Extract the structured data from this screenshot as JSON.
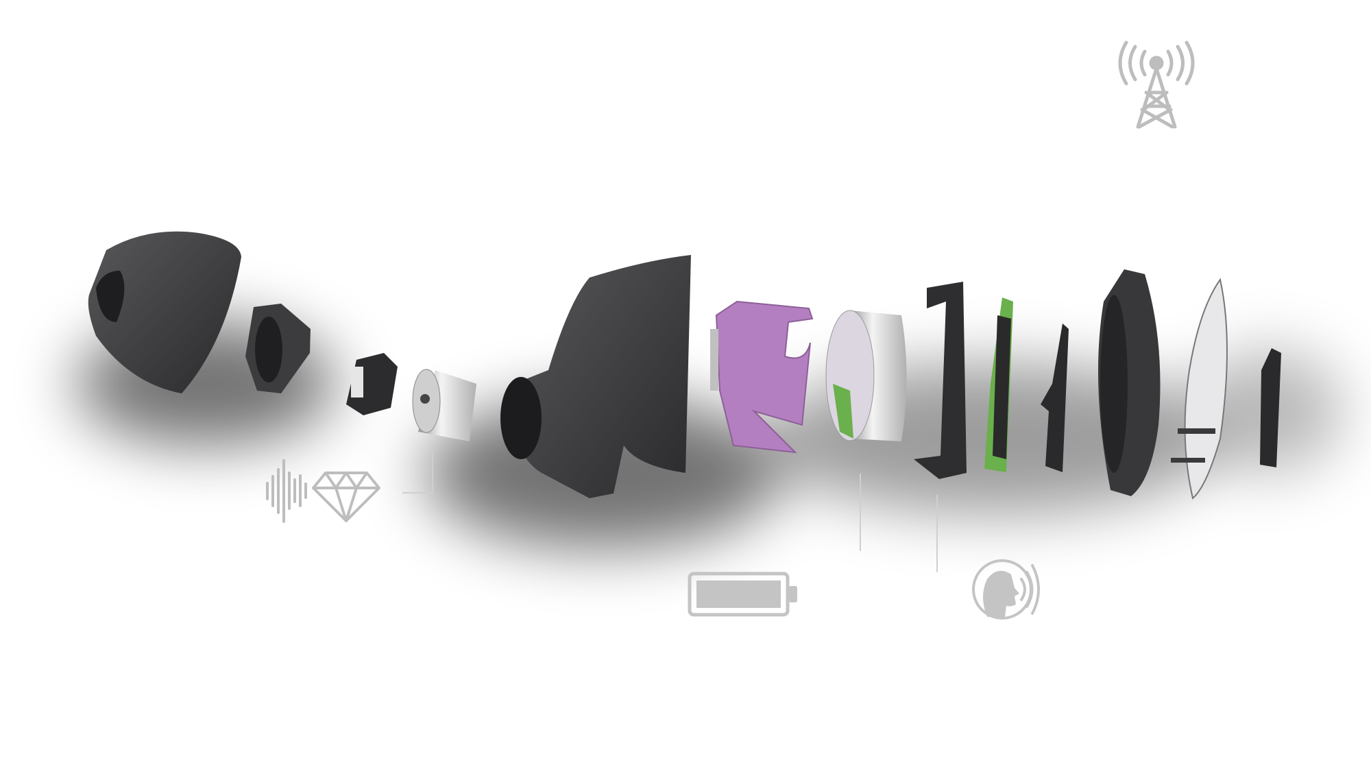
{
  "scene": {
    "subject": "exploded-earbud",
    "colors": {
      "background": "#ffffff",
      "housing": "#3a3a3c",
      "purple_bracket": "#b47fc0",
      "pcb_green": "#6ab04c",
      "metal": "#d8d8d8",
      "icon_gray": "#bdbdbd",
      "shadow": "#000000"
    },
    "parts": [
      "ear-tip",
      "nozzle-ring",
      "mic-module",
      "driver-cylinder",
      "inner-shell",
      "purple-bracket",
      "battery-cell",
      "frame-bracket",
      "pcb-board",
      "flex-part",
      "outer-ring",
      "glass-cover",
      "small-ring"
    ],
    "icons": [
      "sound-wave-icon",
      "diamond-icon",
      "antenna-tower-icon",
      "battery-icon",
      "speaking-head-icon"
    ]
  }
}
